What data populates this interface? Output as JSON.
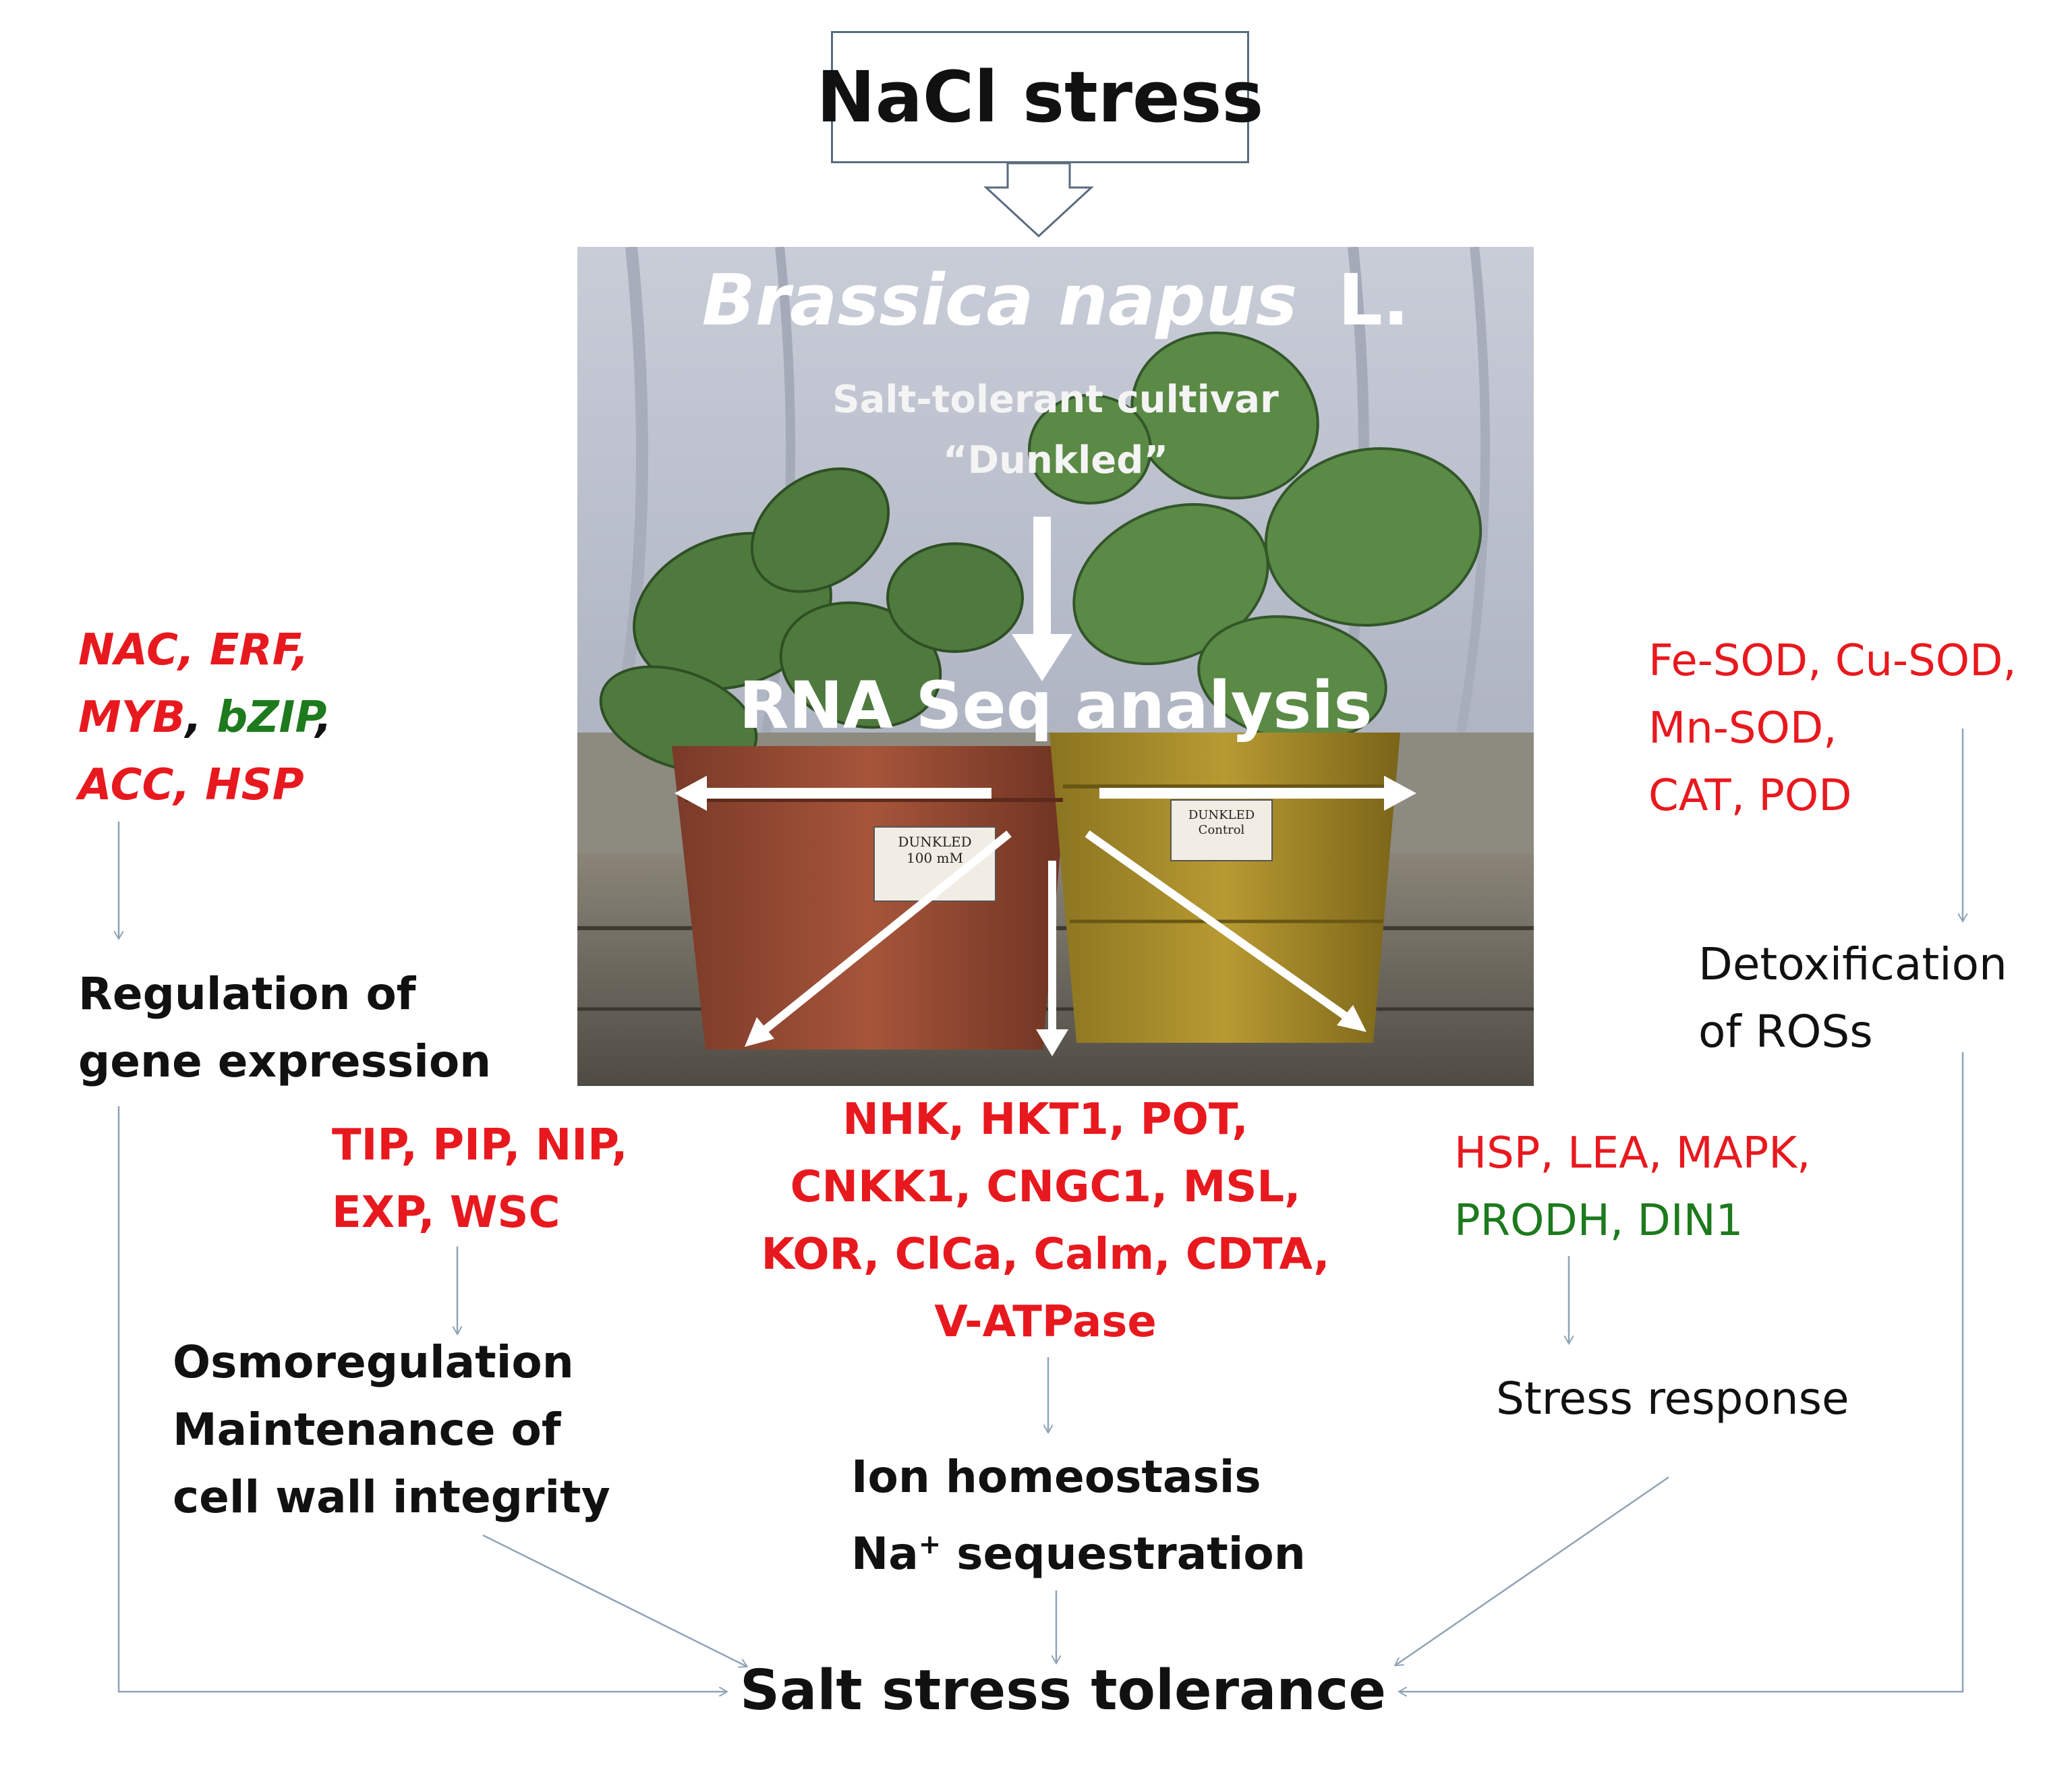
{
  "title": "NaCl stress",
  "photo": {
    "species": "Brassica napus",
    "author": "L.",
    "cultivar_line1": "Salt-tolerant cultivar",
    "cultivar_line2": "“Dunkled”",
    "analysis": "RNA Seq analysis",
    "pot_left_label1": "DUNKLED",
    "pot_left_label2": "100 mM",
    "pot_right_label1": "DUNKLED",
    "pot_right_label2": "Control"
  },
  "left": {
    "genes_line1": "NAC, ERF,",
    "genes_line2_a": "MYB",
    "genes_line2_b": ", ",
    "genes_line2_c": "bZIP",
    "genes_line2_d": ",",
    "genes_line3": "ACC, HSP",
    "function_line1": "Regulation of",
    "function_line2": "gene expression"
  },
  "right": {
    "genes_line1": "Fe-SOD, Cu-SOD,",
    "genes_line2": "Mn-SOD,",
    "genes_line3": "CAT, POD",
    "function_line1": "Detoxification",
    "function_line2": "of ROSs"
  },
  "osmo": {
    "genes_line1": "TIP, PIP, NIP,",
    "genes_line2": "EXP, WSC",
    "function_line1": "Osmoregulation",
    "function_line2": "Maintenance of",
    "function_line3": "cell wall integrity"
  },
  "ion": {
    "genes_line1": "NHK, HKT1, POT,",
    "genes_line2": "CNKK1, CNGC1, MSL,",
    "genes_line3": "KOR, ClCa, Calm, CDTA,",
    "genes_line4": "V-ATPase",
    "function_line1": "Ion homeostasis",
    "function_line2_a": "Na",
    "function_line2_sup": "+",
    "function_line2_b": " sequestration"
  },
  "stress": {
    "genes_line1": "HSP, LEA, MAPK,",
    "genes_line2": "PRODH, DIN1",
    "function_line1": "Stress response"
  },
  "outcome": "Salt stress tolerance",
  "colors": {
    "upregulated": "#e8191e",
    "downregulated": "#1d7a1d",
    "connector": "#8fa3b8"
  }
}
